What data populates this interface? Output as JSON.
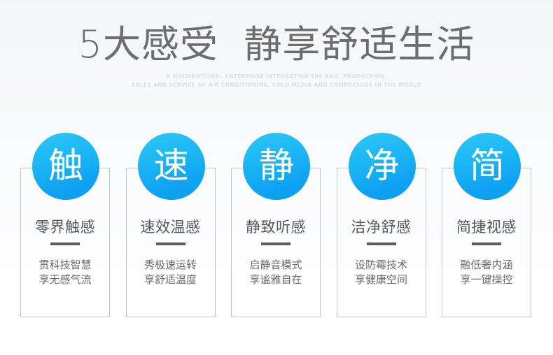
{
  "header": {
    "title": "5大感受  静享舒适生活",
    "subtitle_line1": "A MULTINATIONAL ENTERPRISE INTEGRATING THE R&D, PRODUCTION,",
    "subtitle_line2": "SALES AND SERVICE OF AIR CONDITIONING, COLD MEDIA AND COMPRESSOR IN THE WORLD"
  },
  "theme": {
    "accent_top": "#2ec6f7",
    "accent_bottom": "#0b9bf0",
    "title_color": "#6d6d6d",
    "card_border": "#c3c5c7",
    "rule_color": "#5a5c5e",
    "background": "#f7f8f9"
  },
  "cards": [
    {
      "badge": "触",
      "title": "零界触感",
      "desc_line1": "贯科技智慧",
      "desc_line2": "享无感气流"
    },
    {
      "badge": "速",
      "title": "速效温感",
      "desc_line1": "秀极速运转",
      "desc_line2": "享舒适温度"
    },
    {
      "badge": "静",
      "title": "静致听感",
      "desc_line1": "启静音模式",
      "desc_line2": "享谧雅自在"
    },
    {
      "badge": "净",
      "title": "洁净舒感",
      "desc_line1": "设防霉技术",
      "desc_line2": "享健康空间"
    },
    {
      "badge": "简",
      "title": "简捷视感",
      "desc_line1": "融低奢内涵",
      "desc_line2": "享一键操控"
    }
  ]
}
